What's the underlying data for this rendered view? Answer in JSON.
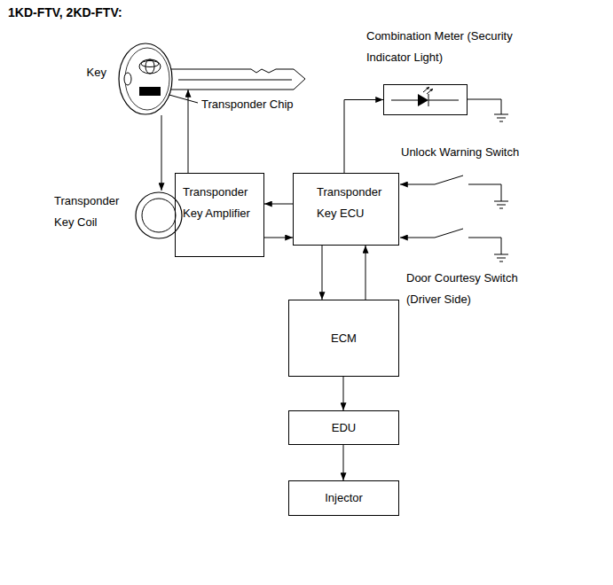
{
  "diagram": {
    "title": "1KD-FTV, 2KD-FTV:",
    "nodes": [
      {
        "text": [
          "Key"
        ]
      },
      {
        "text": [
          "Transponder Key Coil"
        ]
      },
      {
        "text": [
          "Transponder Key Amplifier"
        ]
      },
      {
        "text": [
          "Transponder Key ECU"
        ]
      },
      {
        "text": [
          "Combination Meter (Security Indicator Light)"
        ]
      },
      {
        "text": [
          "ECM"
        ]
      },
      {
        "text": [
          "EDU"
        ]
      },
      {
        "text": [
          "Injector"
        ]
      }
    ],
    "edges": [
      {
        "from": 0,
        "to": 1,
        "arrow": "to"
      },
      {
        "from": 2,
        "to": 0,
        "arrow": "to"
      },
      {
        "from": 3,
        "to": 2,
        "arrow": "to"
      },
      {
        "from": 2,
        "to": 3,
        "arrow": "to"
      },
      {
        "from": 3,
        "to": 4,
        "arrow": "to"
      },
      {
        "from": 3,
        "to": 5,
        "arrow": "to"
      },
      {
        "from": 5,
        "to": 3,
        "arrow": "to"
      },
      {
        "from": 5,
        "to": 6,
        "arrow": "to"
      },
      {
        "from": 6,
        "to": 7,
        "arrow": "to"
      }
    ],
    "labels": [
      "Transponder Chip",
      "Unlock Warning Switch",
      "Door Courtesy Switch (Driver Side)"
    ]
  }
}
